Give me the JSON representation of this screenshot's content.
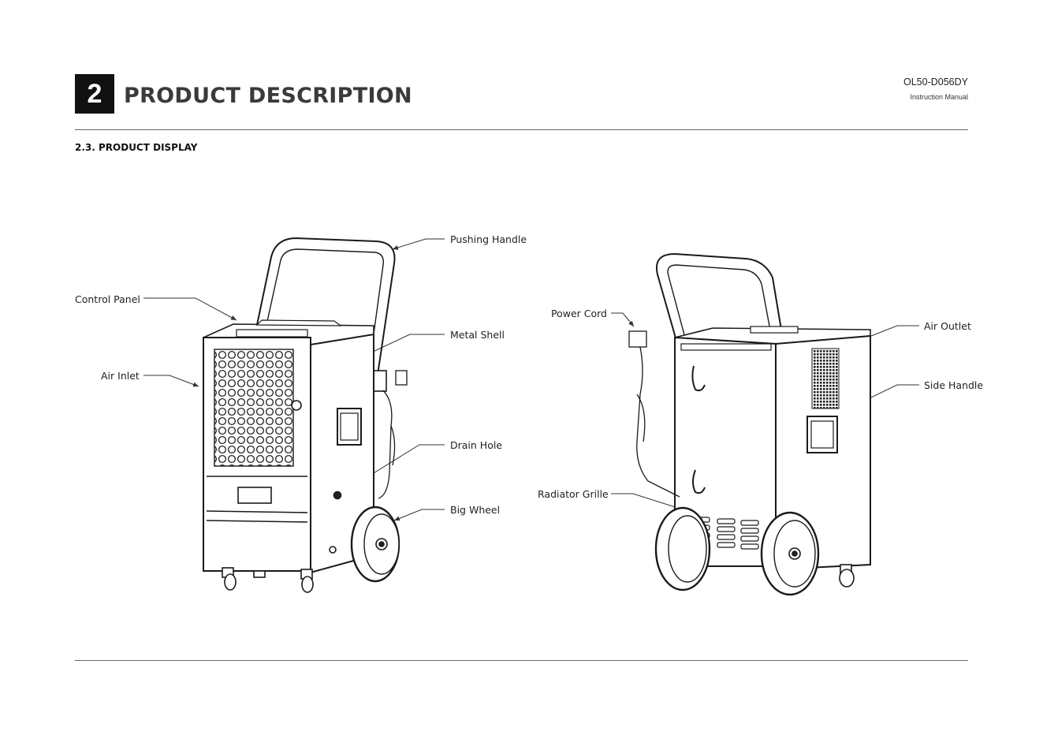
{
  "header": {
    "section_number": "2",
    "section_title": "PRODUCT DESCRIPTION",
    "model": "OL50-D056DY",
    "manual": "Instruction Manual"
  },
  "subsection": "2.3.  PRODUCT DISPLAY",
  "labels": {
    "pushing_handle": "Pushing Handle",
    "control_panel": "Control Panel",
    "metal_shell": "Metal Shell",
    "air_inlet": "Air Inlet",
    "drain_hole": "Drain Hole",
    "big_wheel": "Big Wheel",
    "power_cord": "Power Cord",
    "air_outlet": "Air Outlet",
    "side_handle": "Side Handle",
    "radiator_grille": "Radiator Grille"
  }
}
